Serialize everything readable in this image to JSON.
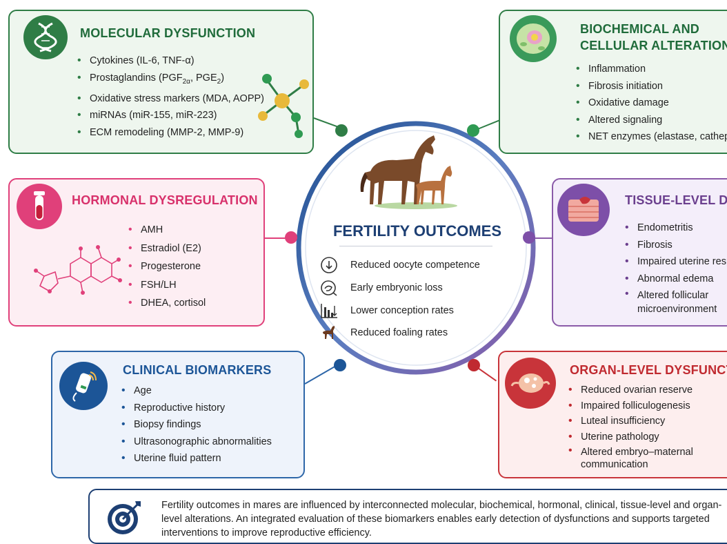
{
  "center": {
    "title": "FERTILITY OUTCOMES",
    "outcomes": [
      {
        "label": "Reduced oocyte competence",
        "icon": "down-arrow-circle-icon"
      },
      {
        "label": "Early embryonic loss",
        "icon": "embryo-icon"
      },
      {
        "label": "Lower conception rates",
        "icon": "declining-bars-icon"
      },
      {
        "label": "Reduced foaling rates",
        "icon": "foal-icon"
      }
    ],
    "image": "mare-and-foal"
  },
  "panels": {
    "molecular": {
      "title": "MOLECULAR DYSFUNCTION",
      "icon": "dna-icon",
      "items": [
        "Cytokines (IL-6, TNF-α)",
        "Prostaglandins (PGF",
        "Oxidative stress markers (MDA, AOPP)",
        "miRNAs (miR-155, miR-223)",
        "ECM remodeling (MMP-2, MMP-9)"
      ],
      "pg_sub_a": "2α",
      "pg_mid": ", PGE",
      "pg_sub_b": "2",
      "pg_end": ")",
      "color": "#2f7d46"
    },
    "biochem": {
      "title_line1": "BIOCHEMICAL AND",
      "title_line2": "CELLULAR ALTERATIONS",
      "icon": "cell-icon",
      "items": [
        "Inflammation",
        "Fibrosis initiation",
        "Oxidative damage",
        "Altered signaling",
        "NET enzymes (elastase, cathepsin G)"
      ],
      "color": "#2f7d46"
    },
    "hormonal": {
      "title": "HORMONAL DYSREGULATION",
      "icon": "blood-tube-icon",
      "items": [
        "AMH",
        "Estradiol (E2)",
        "Progesterone",
        "FSH/LH",
        "DHEA, cortisol"
      ],
      "color": "#e0407a"
    },
    "tissue": {
      "title": "TISSUE-LEVEL DYSFUNCTION",
      "icon": "tissue-icon",
      "items": [
        "Endometritis",
        "Fibrosis",
        "Impaired uterine response",
        "Abnormal edema",
        "Altered follicular"
      ],
      "item5_line2": "microenvironment",
      "color": "#8a5aa8"
    },
    "clinical": {
      "title": "CLINICAL BIOMARKERS",
      "icon": "ultrasound-probe-icon",
      "items": [
        "Age",
        "Reproductive history",
        "Biopsy findings",
        "Ultrasonographic abnormalities",
        "Uterine fluid pattern"
      ],
      "color": "#2d66a8"
    },
    "organ": {
      "title": "ORGAN-LEVEL DYSFUNCTION",
      "icon": "ovary-icon",
      "items": [
        "Reduced ovarian reserve",
        "Impaired folliculogenesis",
        "Luteal insufficiency",
        "Uterine pathology",
        "Altered embryo–maternal"
      ],
      "item5_line2": "communication",
      "color": "#c8343a"
    }
  },
  "summary": {
    "icon": "target-icon",
    "text": "Fertility outcomes in mares are influenced by interconnected molecular, biochemical, hormonal, clinical, tissue-level and organ-level alterations. An integrated evaluation of these biomarkers enables early detection of dysfunctions and supports targeted interventions to improve reproductive efficiency."
  }
}
